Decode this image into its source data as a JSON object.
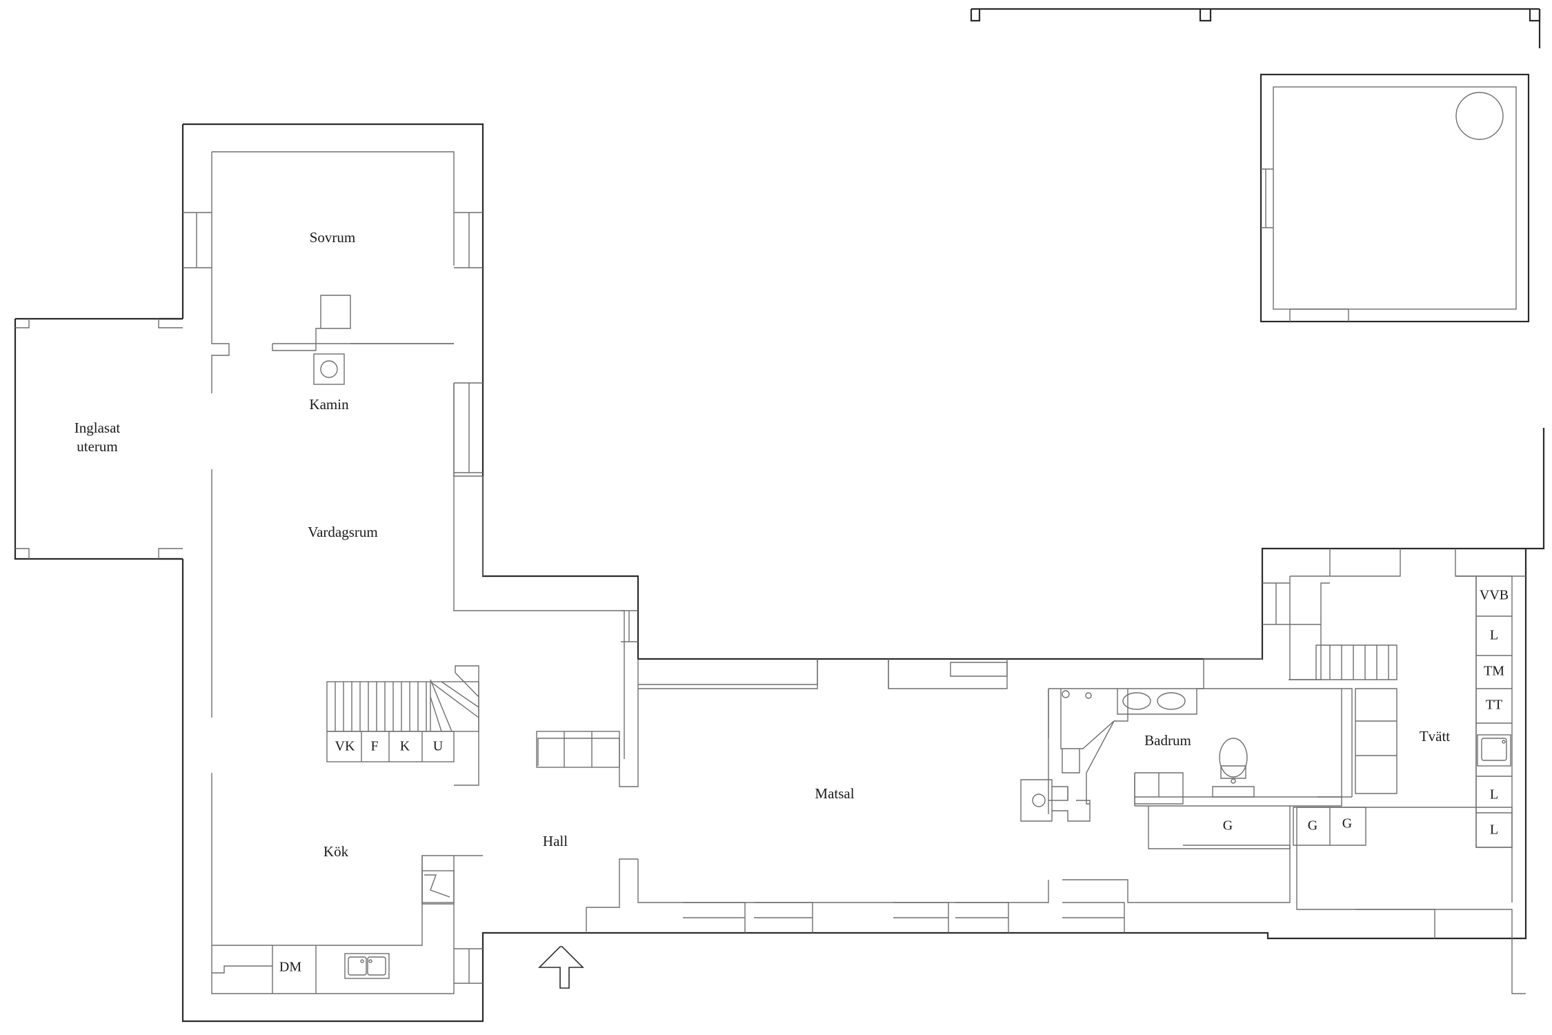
{
  "rooms": {
    "sovrum": "Sovrum",
    "kamin": "Kamin",
    "inglasat_line1": "Inglasat",
    "inglasat_line2": "uterum",
    "vardagsrum": "Vardagsrum",
    "kok": "Kök",
    "hall": "Hall",
    "matsal": "Matsal",
    "badrum": "Badrum",
    "tvatt": "Tvätt"
  },
  "fixtures": {
    "vk": "VK",
    "f": "F",
    "k": "K",
    "u": "U",
    "dm": "DM",
    "g_bath": "G",
    "g_laundry_1": "G",
    "g_laundry_2": "G",
    "vvb": "VVB",
    "l1": "L",
    "tm": "TM",
    "tt": "TT",
    "l2": "L",
    "l3": "L"
  },
  "icons": [
    "entrance-arrow-icon",
    "fireplace-icon",
    "stove-icon",
    "kitchen-sink-icon",
    "bathroom-sink-icon",
    "toilet-icon",
    "laundry-sink-icon",
    "stair-icon"
  ]
}
